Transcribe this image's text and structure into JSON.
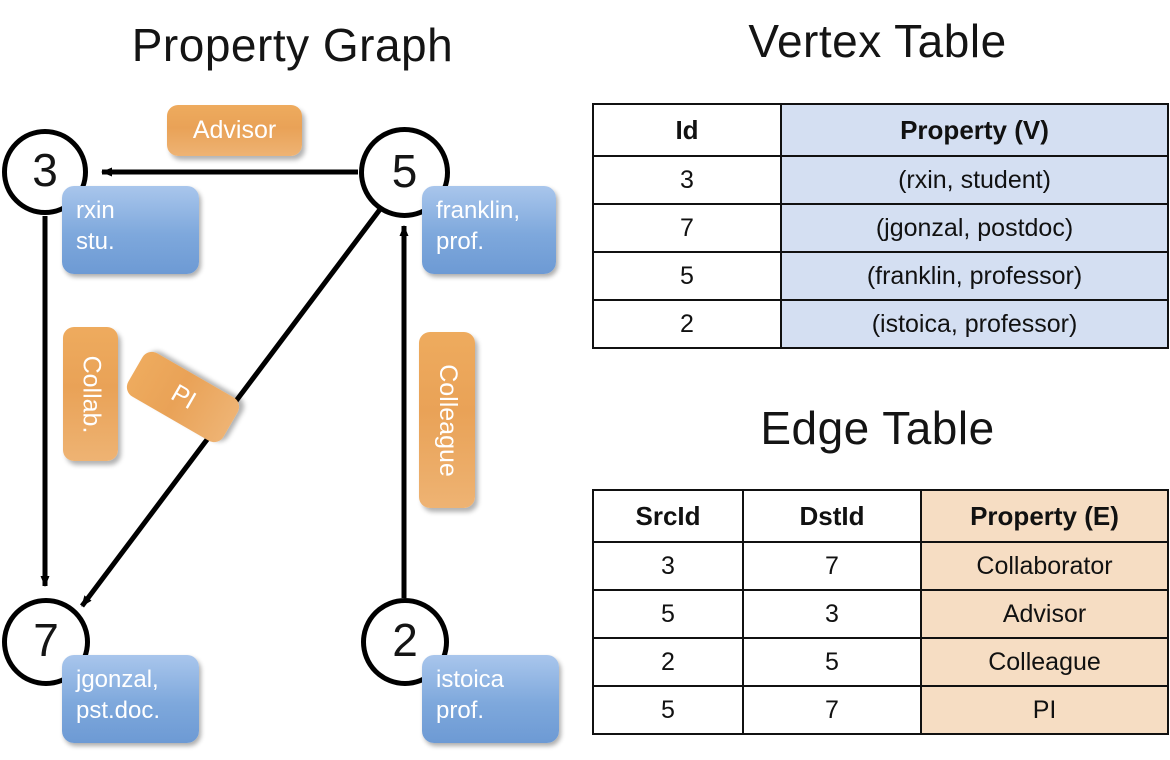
{
  "titles": {
    "property_graph": "Property Graph",
    "vertex_table": "Vertex Table",
    "edge_table": "Edge Table"
  },
  "graph": {
    "nodes": [
      {
        "id": "3",
        "property_line1": "rxin",
        "property_line2": "stu."
      },
      {
        "id": "5",
        "property_line1": "franklin,",
        "property_line2": "prof."
      },
      {
        "id": "7",
        "property_line1": "jgonzal,",
        "property_line2": "pst.doc."
      },
      {
        "id": "2",
        "property_line1": "istoica",
        "property_line2": "prof."
      }
    ],
    "edge_labels": [
      {
        "name": "advisor",
        "text": "Advisor"
      },
      {
        "name": "collab",
        "text": "Collab."
      },
      {
        "name": "pi",
        "text": "PI"
      },
      {
        "name": "colleague",
        "text": "Colleague"
      }
    ]
  },
  "vertex_table": {
    "headers": [
      "Id",
      "Property (V)"
    ],
    "rows": [
      [
        "3",
        "(rxin, student)"
      ],
      [
        "7",
        "(jgonzal, postdoc)"
      ],
      [
        "5",
        "(franklin, professor)"
      ],
      [
        "2",
        "(istoica, professor)"
      ]
    ]
  },
  "edge_table": {
    "headers": [
      "SrcId",
      "DstId",
      "Property (E)"
    ],
    "rows": [
      [
        "3",
        "7",
        "Collaborator"
      ],
      [
        "5",
        "3",
        "Advisor"
      ],
      [
        "2",
        "5",
        "Colleague"
      ],
      [
        "5",
        "7",
        "PI"
      ]
    ]
  },
  "colors": {
    "vertex_header_fill": "#d4dff2",
    "edge_header_fill": "#f6ddc3",
    "node_box_blue": "#7ea8dc",
    "edge_label_orange": "#e9a257",
    "stroke": "#000000"
  },
  "chart_data": {
    "type": "diagram",
    "title": "Property Graph",
    "vertices": [
      {
        "id": 3,
        "name": "rxin",
        "role": "student"
      },
      {
        "id": 7,
        "name": "jgonzal",
        "role": "postdoc"
      },
      {
        "id": 5,
        "name": "franklin",
        "role": "professor"
      },
      {
        "id": 2,
        "name": "istoica",
        "role": "professor"
      }
    ],
    "edges": [
      {
        "src": 3,
        "dst": 7,
        "property": "Collaborator",
        "label_short": "Collab."
      },
      {
        "src": 5,
        "dst": 3,
        "property": "Advisor",
        "label_short": "Advisor"
      },
      {
        "src": 2,
        "dst": 5,
        "property": "Colleague",
        "label_short": "Colleague"
      },
      {
        "src": 5,
        "dst": 7,
        "property": "PI",
        "label_short": "PI"
      }
    ]
  }
}
